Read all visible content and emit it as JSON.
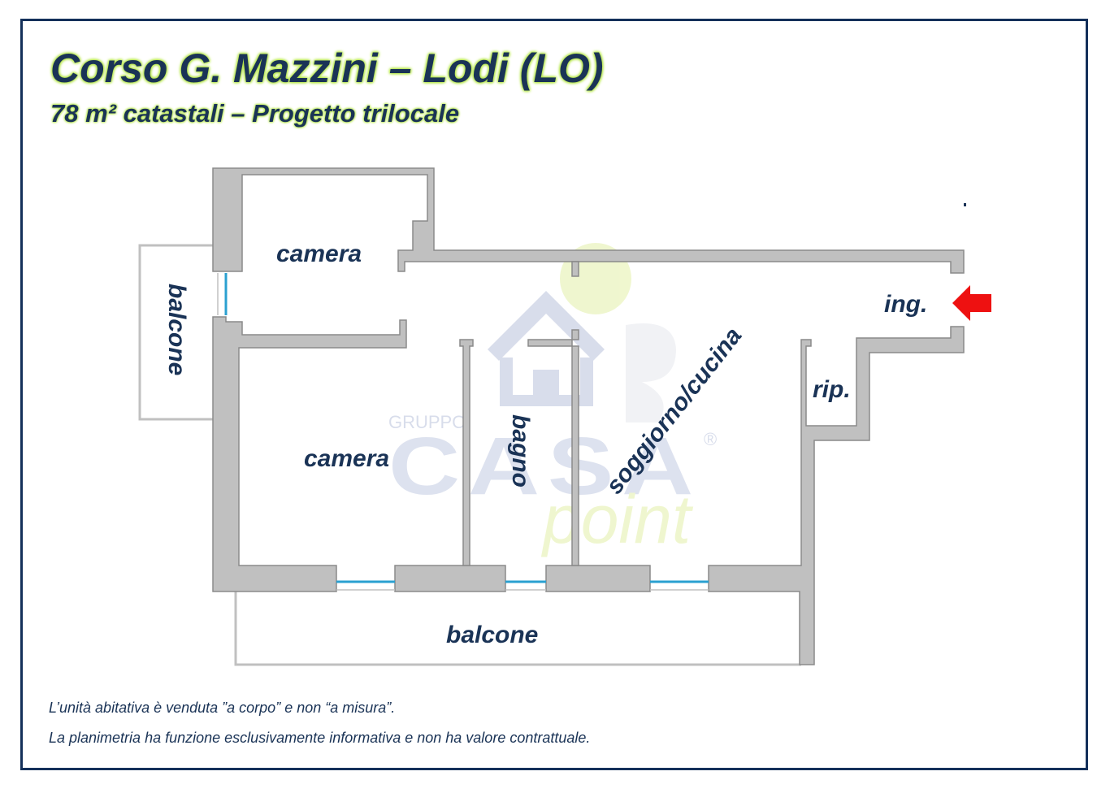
{
  "header": {
    "title": "Corso G. Mazzini – Lodi (LO)",
    "subtitle": "78 m² catastali – Progetto trilocale"
  },
  "rooms": {
    "camera_top": "camera",
    "camera_bottom": "camera",
    "bagno": "bagno",
    "soggiorno": "soggiorno/cucina",
    "ripostiglio": "rip.",
    "ingresso": "ing.",
    "balcone_left": "balcone",
    "balcone_bottom": "balcone"
  },
  "watermark": {
    "line1": "GRUPPO",
    "line2": "CASA",
    "line3": "point",
    "registered": "®"
  },
  "footer": {
    "note1": "L’unità abitativa è venduta ”a corpo” e non “a misura”.",
    "note2": "La planimetria ha funzione esclusivamente informativa e non ha valore contrattuale."
  },
  "colors": {
    "frame": "#14305a",
    "text": "#1a3356",
    "wall": "#c0c0c0",
    "window": "#2aa0d0",
    "arrow": "#ee1111",
    "glow": "#b6e64a"
  }
}
